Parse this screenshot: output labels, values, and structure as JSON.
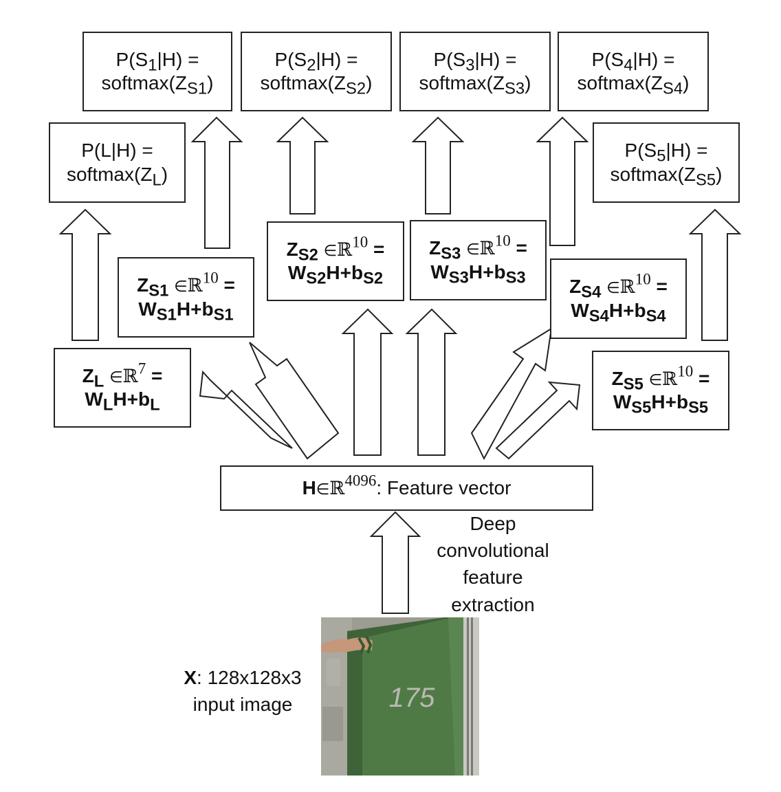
{
  "softmax_boxes": {
    "s1": {
      "line1": "P(S",
      "sub": "1",
      "line1b": "|H) =",
      "line2": "softmax(Z",
      "sub2": "S",
      "sub2n": "1",
      "close": ")"
    },
    "s2": {
      "line1": "P(S",
      "sub": "2",
      "line1b": "|H) =",
      "line2": "softmax(Z",
      "sub2": "S",
      "sub2n": "2",
      "close": ")"
    },
    "s3": {
      "line1": "P(S",
      "sub": "3",
      "line1b": "|H) =",
      "line2": "softmax(Z",
      "sub2": "S",
      "sub2n": "3",
      "close": ")"
    },
    "s4": {
      "line1": "P(S",
      "sub": "4",
      "line1b": "|H) =",
      "line2": "softmax(Z",
      "sub2": "S",
      "sub2n": "4",
      "close": ")"
    },
    "s5": {
      "line1": "P(S",
      "sub": "5",
      "line1b": "|H) =",
      "line2": "softmax(Z",
      "sub2": "S",
      "sub2n": "5",
      "close": ")"
    },
    "l": {
      "line1": "P(L|H) =",
      "line2": "softmax(Z",
      "sub2": "L",
      "close": ")"
    }
  },
  "linear_boxes": {
    "l": {
      "z": "Z",
      "zsub": "L",
      "in": "∈",
      "rr": "ℝ",
      "dim": "7",
      "eq": "=",
      "w": "W",
      "wsub": "L",
      "mid": "H+b",
      "bsub": "L"
    },
    "s1": {
      "z": "Z",
      "zsub": "S1",
      "in": "∈",
      "rr": "ℝ",
      "dim": "10",
      "eq": "=",
      "w": "W",
      "wsub": "S1",
      "mid": "H+b",
      "bsub": "S1"
    },
    "s2": {
      "z": "Z",
      "zsub": "S2",
      "in": "∈",
      "rr": "ℝ",
      "dim": "10",
      "eq": "=",
      "w": "W",
      "wsub": "S2",
      "mid": "H+b",
      "bsub": "S2"
    },
    "s3": {
      "z": "Z",
      "zsub": "S3",
      "in": "∈",
      "rr": "ℝ",
      "dim": "10",
      "eq": "=",
      "w": "W",
      "wsub": "S3",
      "mid": "H+b",
      "bsub": "S3"
    },
    "s4": {
      "z": "Z",
      "zsub": "S4",
      "in": "∈",
      "rr": "ℝ",
      "dim": "10",
      "eq": "=",
      "w": "W",
      "wsub": "S4",
      "mid": "H+b",
      "bsub": "S4"
    },
    "s5": {
      "z": "Z",
      "zsub": "S5",
      "in": "∈",
      "rr": "ℝ",
      "dim": "10",
      "eq": "=",
      "w": "W",
      "wsub": "S5",
      "mid": "H+b",
      "bsub": "S5"
    }
  },
  "feature": {
    "h": "H",
    "in": "∈",
    "rr": "ℝ",
    "dim": "4096",
    "label": ": Feature vector"
  },
  "extraction_label": [
    "Deep",
    "convolutional",
    "feature",
    "extraction"
  ],
  "input": {
    "x": "X",
    "size": ": 128x128x3",
    "line2": "input image"
  },
  "photo": {
    "house_number": "175",
    "colors": {
      "plate": "#4f7a45",
      "plate_dark": "#3f6338",
      "wall": "#a8a8a0"
    }
  }
}
